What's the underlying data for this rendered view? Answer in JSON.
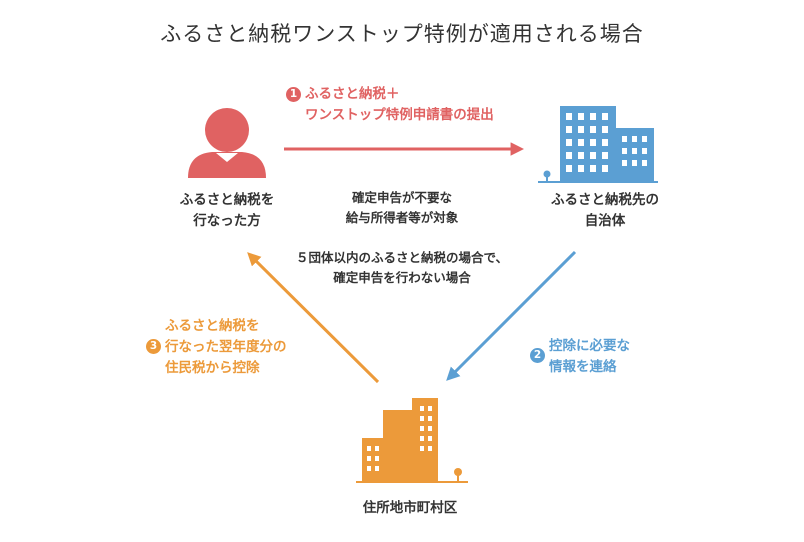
{
  "title": "ふるさと納税ワンストップ特例が適用される場合",
  "colors": {
    "red": "#e06262",
    "blue": "#5b9fd3",
    "orange": "#ec9a3a",
    "text": "#333333"
  },
  "nodes": {
    "taxpayer": {
      "line1": "ふるさと納税を",
      "line2": "行なった方",
      "icon": "person-icon"
    },
    "donation_target": {
      "line1": "ふるさと納税先の",
      "line2": "自治体",
      "icon": "building-icon"
    },
    "residence": {
      "line1": "住所地市町村区",
      "icon": "building-icon"
    }
  },
  "steps": [
    {
      "num": "1",
      "line1": "ふるさと納税＋",
      "line2": "ワンストップ特例申請書の提出"
    },
    {
      "num": "2",
      "line1": "控除に必要な",
      "line2": "情報を連絡"
    },
    {
      "num": "3",
      "line1": "ふるさと納税を",
      "line2": "行なった翌年度分の",
      "line3": "住民税から控除"
    }
  ],
  "notes": {
    "eligibility": {
      "line1": "確定申告が不要な",
      "line2": "給与所得者等が対象"
    },
    "condition": {
      "line1": "５団体以内のふるさと納税の場合で、",
      "line2": "確定申告を行わない場合"
    }
  }
}
